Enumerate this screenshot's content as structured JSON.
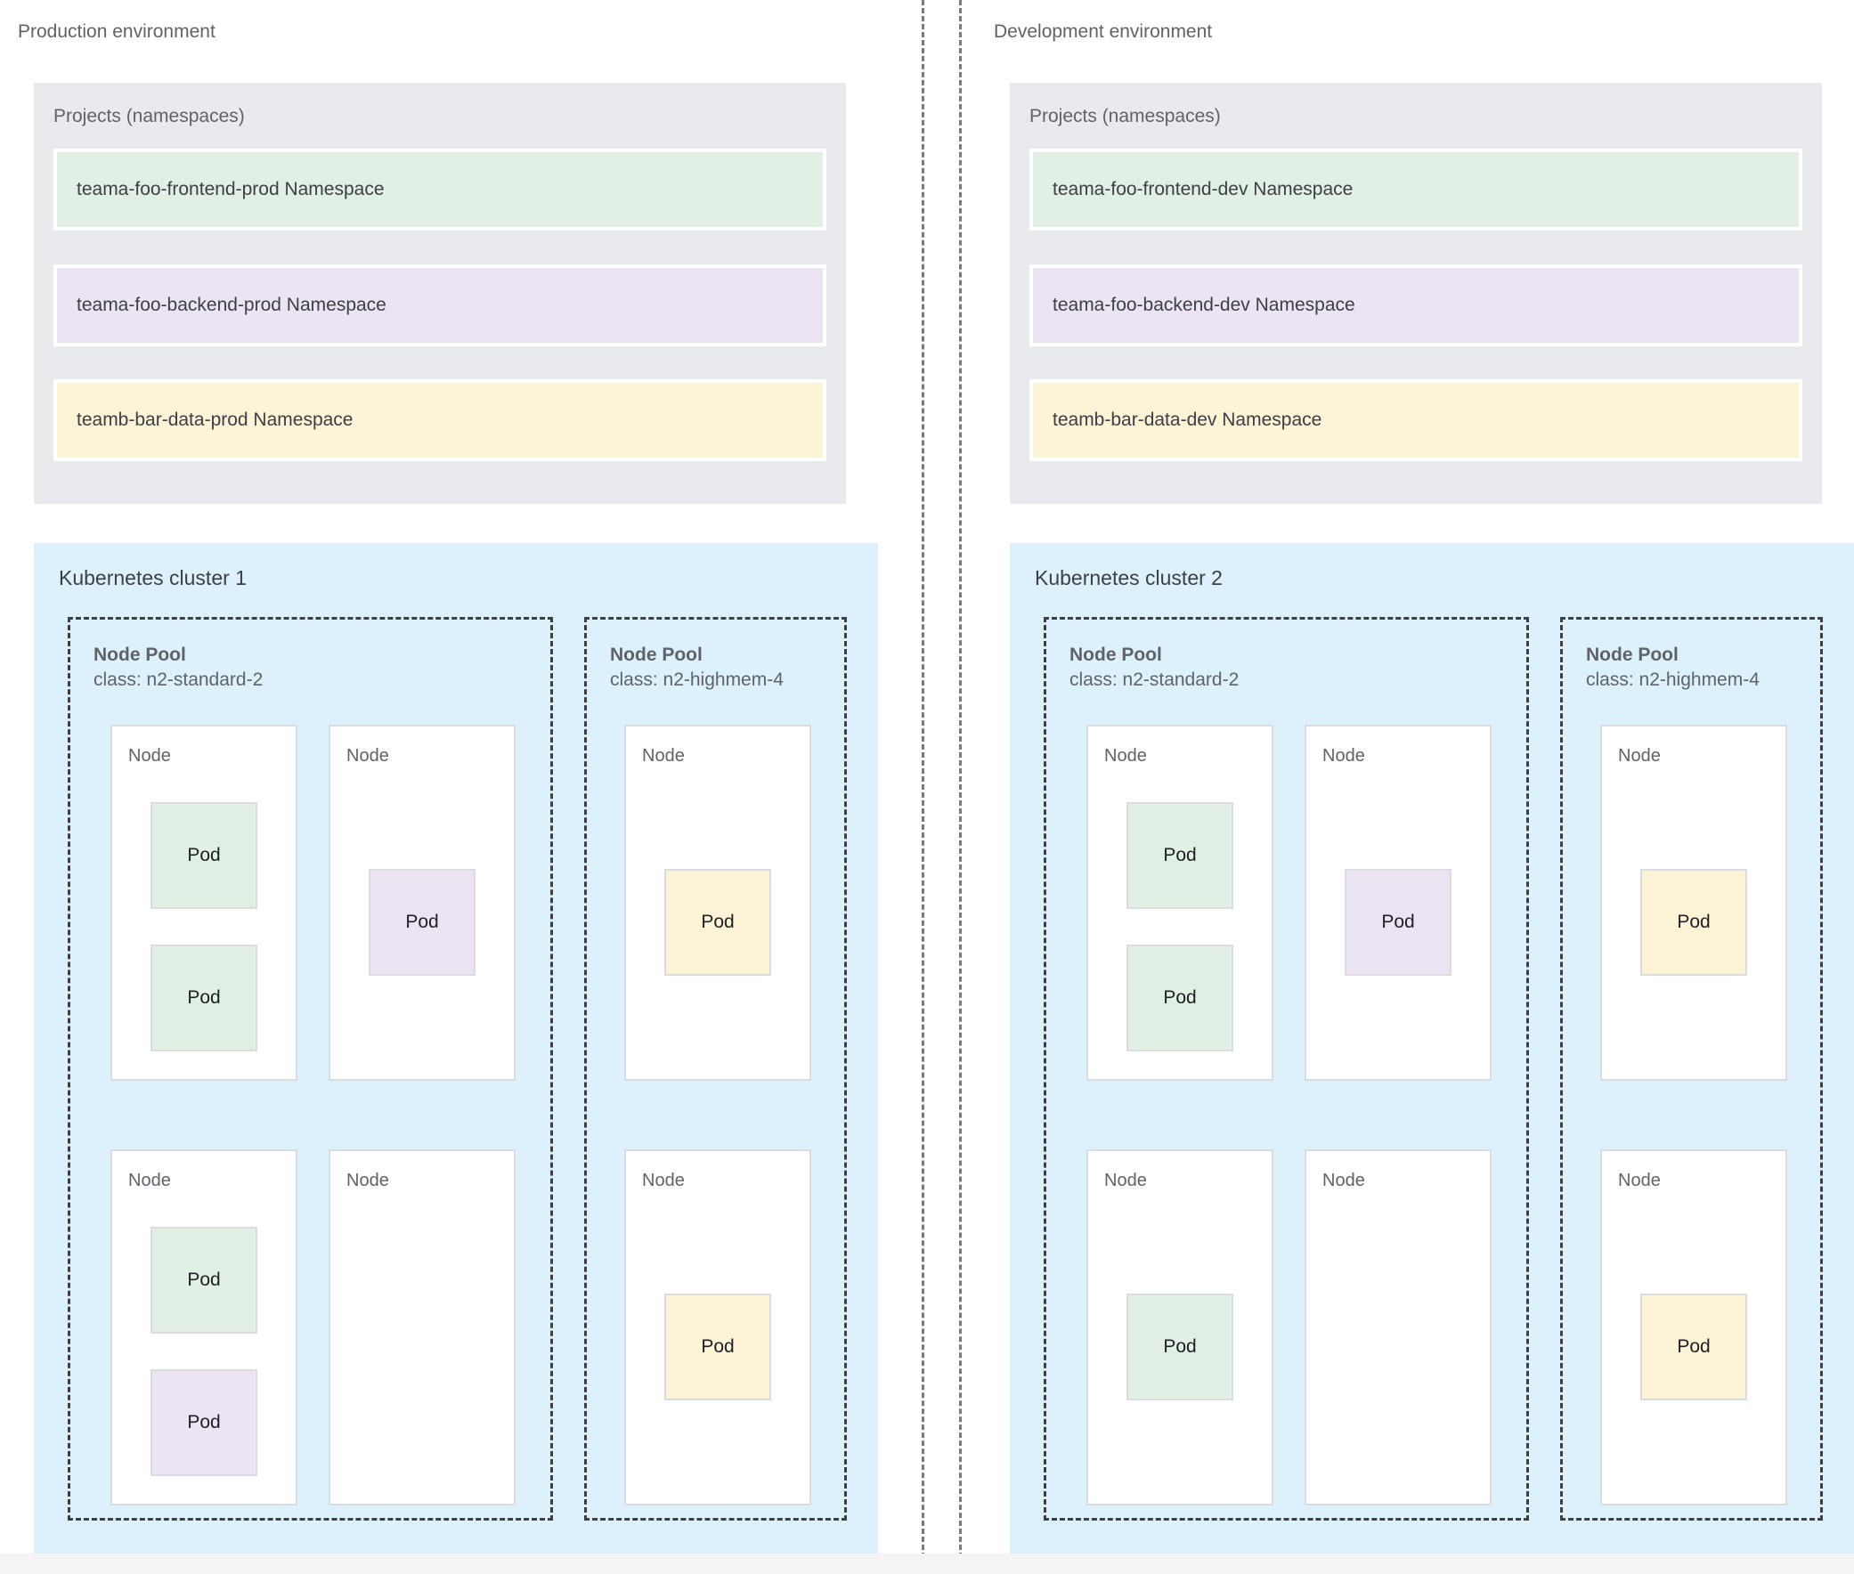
{
  "labels": {
    "projects_title": "Projects (namespaces)",
    "node": "Node",
    "pod": "Pod",
    "node_pool": "Node Pool"
  },
  "colors": {
    "green": "#e2efe5",
    "purple": "#ece4f3",
    "yellow": "#fdf3d7",
    "cluster_bg": "#ddf1fc",
    "projects_bg": "#e8eaed",
    "node_border": "#dadce0",
    "pool_border": "#3c4043",
    "text_muted": "#5f6368",
    "text_dark": "#3c4043"
  },
  "environments": [
    {
      "title": "Production environment",
      "projects": {
        "title": "Projects (namespaces)",
        "namespaces": [
          {
            "label": "teama-foo-frontend-prod Namespace",
            "color": "green"
          },
          {
            "label": "teama-foo-backend-prod Namespace",
            "color": "purple"
          },
          {
            "label": "teamb-bar-data-prod Namespace",
            "color": "yellow"
          }
        ]
      },
      "cluster": {
        "title": "Kubernetes cluster 1",
        "pools": [
          {
            "title": "Node Pool",
            "class": "class: n2-standard-2",
            "nodes": [
              {
                "label": "Node",
                "pods": [
                  {
                    "label": "Pod",
                    "color": "green"
                  },
                  {
                    "label": "Pod",
                    "color": "green"
                  }
                ]
              },
              {
                "label": "Node",
                "pods": [
                  {
                    "label": "Pod",
                    "color": "purple"
                  }
                ]
              },
              {
                "label": "Node",
                "pods": [
                  {
                    "label": "Pod",
                    "color": "green"
                  },
                  {
                    "label": "Pod",
                    "color": "purple"
                  }
                ]
              },
              {
                "label": "Node",
                "pods": []
              }
            ]
          },
          {
            "title": "Node Pool",
            "class": "class: n2-highmem-4",
            "nodes": [
              {
                "label": "Node",
                "pods": [
                  {
                    "label": "Pod",
                    "color": "yellow"
                  }
                ]
              },
              {
                "label": "Node",
                "pods": [
                  {
                    "label": "Pod",
                    "color": "yellow"
                  }
                ]
              }
            ]
          }
        ]
      }
    },
    {
      "title": "Development environment",
      "projects": {
        "title": "Projects (namespaces)",
        "namespaces": [
          {
            "label": "teama-foo-frontend-dev Namespace",
            "color": "green"
          },
          {
            "label": "teama-foo-backend-dev Namespace",
            "color": "purple"
          },
          {
            "label": "teamb-bar-data-dev Namespace",
            "color": "yellow"
          }
        ]
      },
      "cluster": {
        "title": "Kubernetes cluster 2",
        "pools": [
          {
            "title": "Node Pool",
            "class": "class: n2-standard-2",
            "nodes": [
              {
                "label": "Node",
                "pods": [
                  {
                    "label": "Pod",
                    "color": "green"
                  },
                  {
                    "label": "Pod",
                    "color": "green"
                  }
                ]
              },
              {
                "label": "Node",
                "pods": [
                  {
                    "label": "Pod",
                    "color": "purple"
                  }
                ]
              },
              {
                "label": "Node",
                "pods": [
                  {
                    "label": "Pod",
                    "color": "green"
                  }
                ]
              },
              {
                "label": "Node",
                "pods": []
              }
            ]
          },
          {
            "title": "Node Pool",
            "class": "class: n2-highmem-4",
            "nodes": [
              {
                "label": "Node",
                "pods": [
                  {
                    "label": "Pod",
                    "color": "yellow"
                  }
                ]
              },
              {
                "label": "Node",
                "pods": [
                  {
                    "label": "Pod",
                    "color": "yellow"
                  }
                ]
              }
            ]
          }
        ]
      }
    }
  ]
}
